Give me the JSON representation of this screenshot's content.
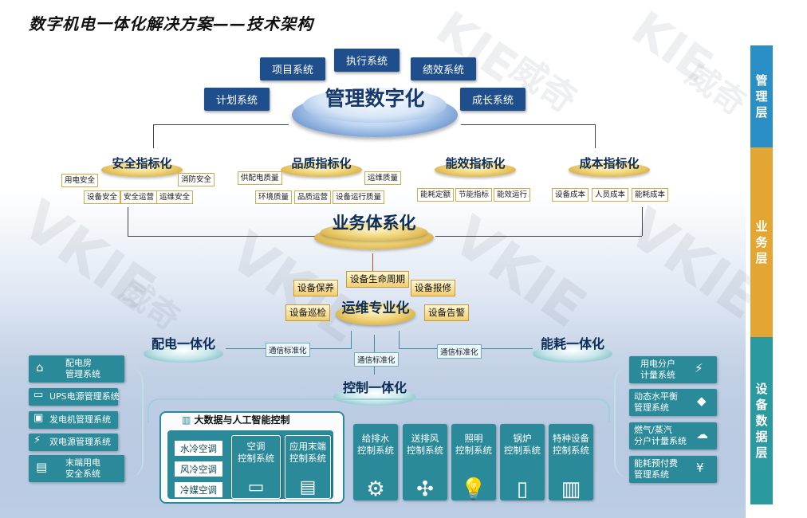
{
  "title": "数字机电一体化解决方案——技术架构",
  "layers": [
    "管理层",
    "业务层",
    "设备数据层"
  ],
  "layer_colors": {
    "management": "#2a8fc6",
    "business": "#e3a632",
    "device": "#2a9aa0"
  },
  "watermark": {
    "cn": "威奇",
    "en": "VKIE",
    "en2": "KIE"
  },
  "management": {
    "heading": "管理数字化",
    "systems": [
      "执行系统",
      "项目系统",
      "绩效系统",
      "计划系统",
      "成长系统"
    ]
  },
  "indicators": [
    {
      "title": "安全指标化",
      "tags": [
        "用电安全",
        "消防安全",
        "设备安全",
        "安全运营",
        "运维安全"
      ]
    },
    {
      "title": "品质指标化",
      "tags": [
        "供配电质量",
        "运维质量",
        "环境质量",
        "品质运营",
        "设备运行质量"
      ]
    },
    {
      "title": "能效指标化",
      "tags": [
        "能耗定额",
        "节能指标",
        "能效运行"
      ]
    },
    {
      "title": "成本指标化",
      "tags": [
        "设备成本",
        "人员成本",
        "能耗成本"
      ]
    }
  ],
  "business": {
    "heading": "业务体系化"
  },
  "ops": {
    "heading": "运维专业化",
    "tags": [
      "设备保养",
      "设备生命周期",
      "设备报修",
      "设备巡检",
      "设备告警"
    ]
  },
  "power": {
    "heading": "配电一体化",
    "items": [
      "配电房\n管理系统",
      "UPS电源管理系统",
      "发电机管理系统",
      "双电源管理系统",
      "末端用电\n安全系统"
    ]
  },
  "energy": {
    "heading": "能耗一体化",
    "items": [
      "用电分户\n计量系统",
      "动态水平衡\n管理系统",
      "燃气/蒸汽\n分户计量系统",
      "能耗预付费\n管理系统"
    ]
  },
  "control": {
    "heading": "控制一体化",
    "std_label": "通信标准化",
    "ai_title": "大数据与人工智能控制",
    "ac_modes": [
      "水冷空调",
      "风冷空调",
      "冷媒空调"
    ],
    "ac_system": "空调\n控制系统",
    "app_system": "应用末端\n控制系统",
    "systems": [
      "给排水\n控制系统",
      "送排风\n控制系统",
      "照明\n控制系统",
      "锅炉\n控制系统",
      "特种设备\n控制系统"
    ]
  }
}
